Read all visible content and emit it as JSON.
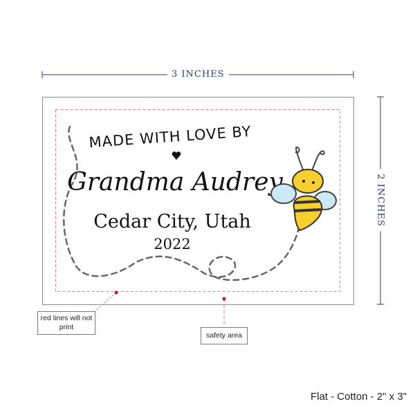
{
  "dimensions": {
    "width_label": "3 INCHES",
    "height_label": "2 INCHES"
  },
  "label": {
    "line1": "MADE WITH LOVE BY",
    "name": "Grandma Audrey",
    "location": "Cedar City, Utah",
    "year": "2022"
  },
  "annotations": {
    "red_lines": "red lines will not print",
    "safety": "safety area"
  },
  "product": "Flat - Cotton - 2\" x 3\"",
  "colors": {
    "dimension": "#2e3a6e",
    "safety_line": "#e07a8c",
    "marker": "#c8102e"
  }
}
